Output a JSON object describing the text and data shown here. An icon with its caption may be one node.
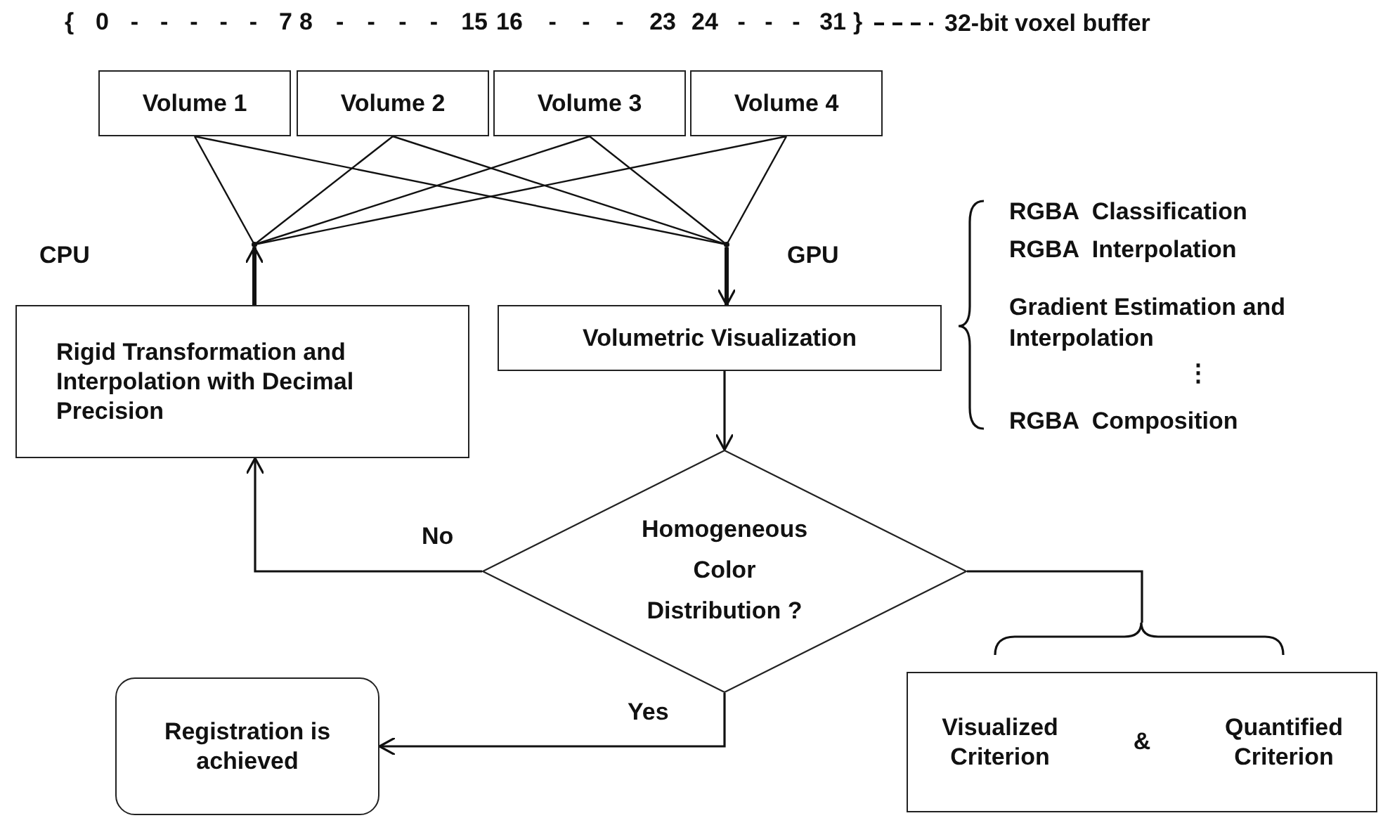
{
  "diagram": {
    "nodes": [
      {
        "text": [
          "Volume 1"
        ]
      },
      {
        "text": [
          "Volume 2"
        ]
      },
      {
        "text": [
          "Volume 3"
        ]
      },
      {
        "text": [
          "Volume 4"
        ]
      },
      {
        "text": [],
        "shape": "point"
      },
      {
        "text": [],
        "shape": "point"
      },
      {
        "text": [
          "Rigid Transformation and Interpolation with Decimal Precision"
        ]
      },
      {
        "text": [
          "Volumetric Visualization"
        ]
      },
      {
        "text": [
          "Homogeneous Color Distribution ?"
        ]
      },
      {
        "text": [
          "Registration is achieved"
        ]
      },
      {
        "text": [
          "Visualized Criterion",
          "&",
          "Quantified Criterion"
        ]
      }
    ],
    "edges": [
      {
        "from": 0,
        "to": 4,
        "arrow": "none"
      },
      {
        "from": 1,
        "to": 4,
        "arrow": "none"
      },
      {
        "from": 2,
        "to": 4,
        "arrow": "none"
      },
      {
        "from": 3,
        "to": 4,
        "arrow": "none"
      },
      {
        "from": 0,
        "to": 5,
        "arrow": "none"
      },
      {
        "from": 1,
        "to": 5,
        "arrow": "none"
      },
      {
        "from": 2,
        "to": 5,
        "arrow": "none"
      },
      {
        "from": 3,
        "to": 5,
        "arrow": "none"
      },
      {
        "from": 6,
        "to": 4,
        "arrow": "to",
        "style": "thick"
      },
      {
        "from": 5,
        "to": 7,
        "arrow": "to",
        "style": "thick"
      },
      {
        "from": 7,
        "to": 8,
        "arrow": "to"
      },
      {
        "from": 8,
        "to": 6,
        "arrow": "to",
        "label": "No"
      },
      {
        "from": 8,
        "to": 9,
        "arrow": "to",
        "label": "Yes"
      },
      {
        "from": 8,
        "to": 10,
        "arrow": "none"
      }
    ],
    "labels": [
      "{",
      "0 - - - - - 7",
      "8 - - - - 15",
      "16 - - - 23",
      "24 - - - 31",
      "}",
      "32-bit voxel buffer",
      "CPU",
      "GPU",
      "RGBA  Classification",
      "RGBA  Interpolation",
      "Gradient Estimation and Interpolation",
      "⋮",
      "RGBA  Composition"
    ]
  }
}
